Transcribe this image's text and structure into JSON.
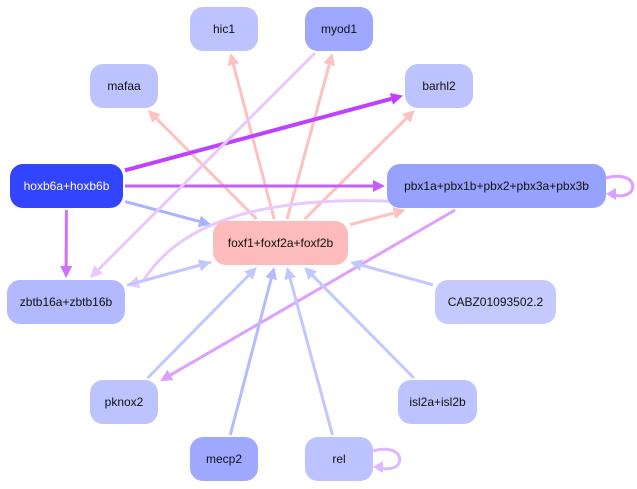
{
  "nodes": {
    "hic1": {
      "label": "hic1",
      "color": "#bdc3fe",
      "text": "#111111"
    },
    "myod1": {
      "label": "myod1",
      "color": "#9ea8fe",
      "text": "#111111"
    },
    "mafaa": {
      "label": "mafaa",
      "color": "#bdc3fe",
      "text": "#111111"
    },
    "barhl2": {
      "label": "barhl2",
      "color": "#bdc3fe",
      "text": "#111111"
    },
    "hoxb6": {
      "label": "hoxb6a+hoxb6b",
      "color": "#3344ff",
      "text": "#ffffff"
    },
    "pbx": {
      "label": "pbx1a+pbx1b+pbx2+pbx3a+pbx3b",
      "color": "#97a2fe",
      "text": "#111111"
    },
    "foxf1": {
      "label": "foxf1+foxf2a+foxf2b",
      "color": "#fdbbbb",
      "text": "#111111"
    },
    "zbtb16": {
      "label": "zbtb16a+zbtb16b",
      "color": "#b2b9fe",
      "text": "#111111"
    },
    "cabz": {
      "label": "CABZ01093502.2",
      "color": "#c5cafe",
      "text": "#111111"
    },
    "pknox2": {
      "label": "pknox2",
      "color": "#bdc3fe",
      "text": "#111111"
    },
    "isl2": {
      "label": "isl2a+isl2b",
      "color": "#bdc3fe",
      "text": "#111111"
    },
    "mecp2": {
      "label": "mecp2",
      "color": "#9ea8fe",
      "text": "#111111"
    },
    "rel": {
      "label": "rel",
      "color": "#bdc3fe",
      "text": "#111111"
    }
  },
  "edges": [
    {
      "from": "foxf1",
      "to": "hic1",
      "color": "#ffc0c0"
    },
    {
      "from": "foxf1",
      "to": "myod1",
      "color": "#ffc0c0"
    },
    {
      "from": "foxf1",
      "to": "mafaa",
      "color": "#ffc0c0"
    },
    {
      "from": "foxf1",
      "to": "barhl2",
      "color": "#ffc0c0"
    },
    {
      "from": "foxf1",
      "to": "pbx",
      "color": "#ffc0c0"
    },
    {
      "from": "foxf1",
      "to": "zbtb16",
      "color": "#ffc0c0"
    },
    {
      "from": "hoxb6",
      "to": "barhl2",
      "color": "#c040ff"
    },
    {
      "from": "hoxb6",
      "to": "pbx",
      "color": "#c060ff"
    },
    {
      "from": "hoxb6",
      "to": "foxf1",
      "color": "#a8b4ff"
    },
    {
      "from": "hoxb6",
      "to": "zbtb16",
      "color": "#d070ff"
    },
    {
      "from": "myod1",
      "to": "zbtb16",
      "color": "#e8c8ff"
    },
    {
      "from": "pbx",
      "to": "zbtb16",
      "color": "#e8c8ff"
    },
    {
      "from": "pbx",
      "to": "pknox2",
      "color": "#dda0ff"
    },
    {
      "from": "pbx",
      "to": "pbx",
      "color": "#dda0ff"
    },
    {
      "from": "zbtb16",
      "to": "foxf1",
      "color": "#c0c8ff"
    },
    {
      "from": "cabz",
      "to": "foxf1",
      "color": "#c0c8ff"
    },
    {
      "from": "pknox2",
      "to": "foxf1",
      "color": "#c0c8ff"
    },
    {
      "from": "isl2",
      "to": "foxf1",
      "color": "#c0c8ff"
    },
    {
      "from": "mecp2",
      "to": "foxf1",
      "color": "#b4bcff"
    },
    {
      "from": "rel",
      "to": "foxf1",
      "color": "#c0c8ff"
    },
    {
      "from": "rel",
      "to": "rel",
      "color": "#e0b8ff"
    }
  ]
}
